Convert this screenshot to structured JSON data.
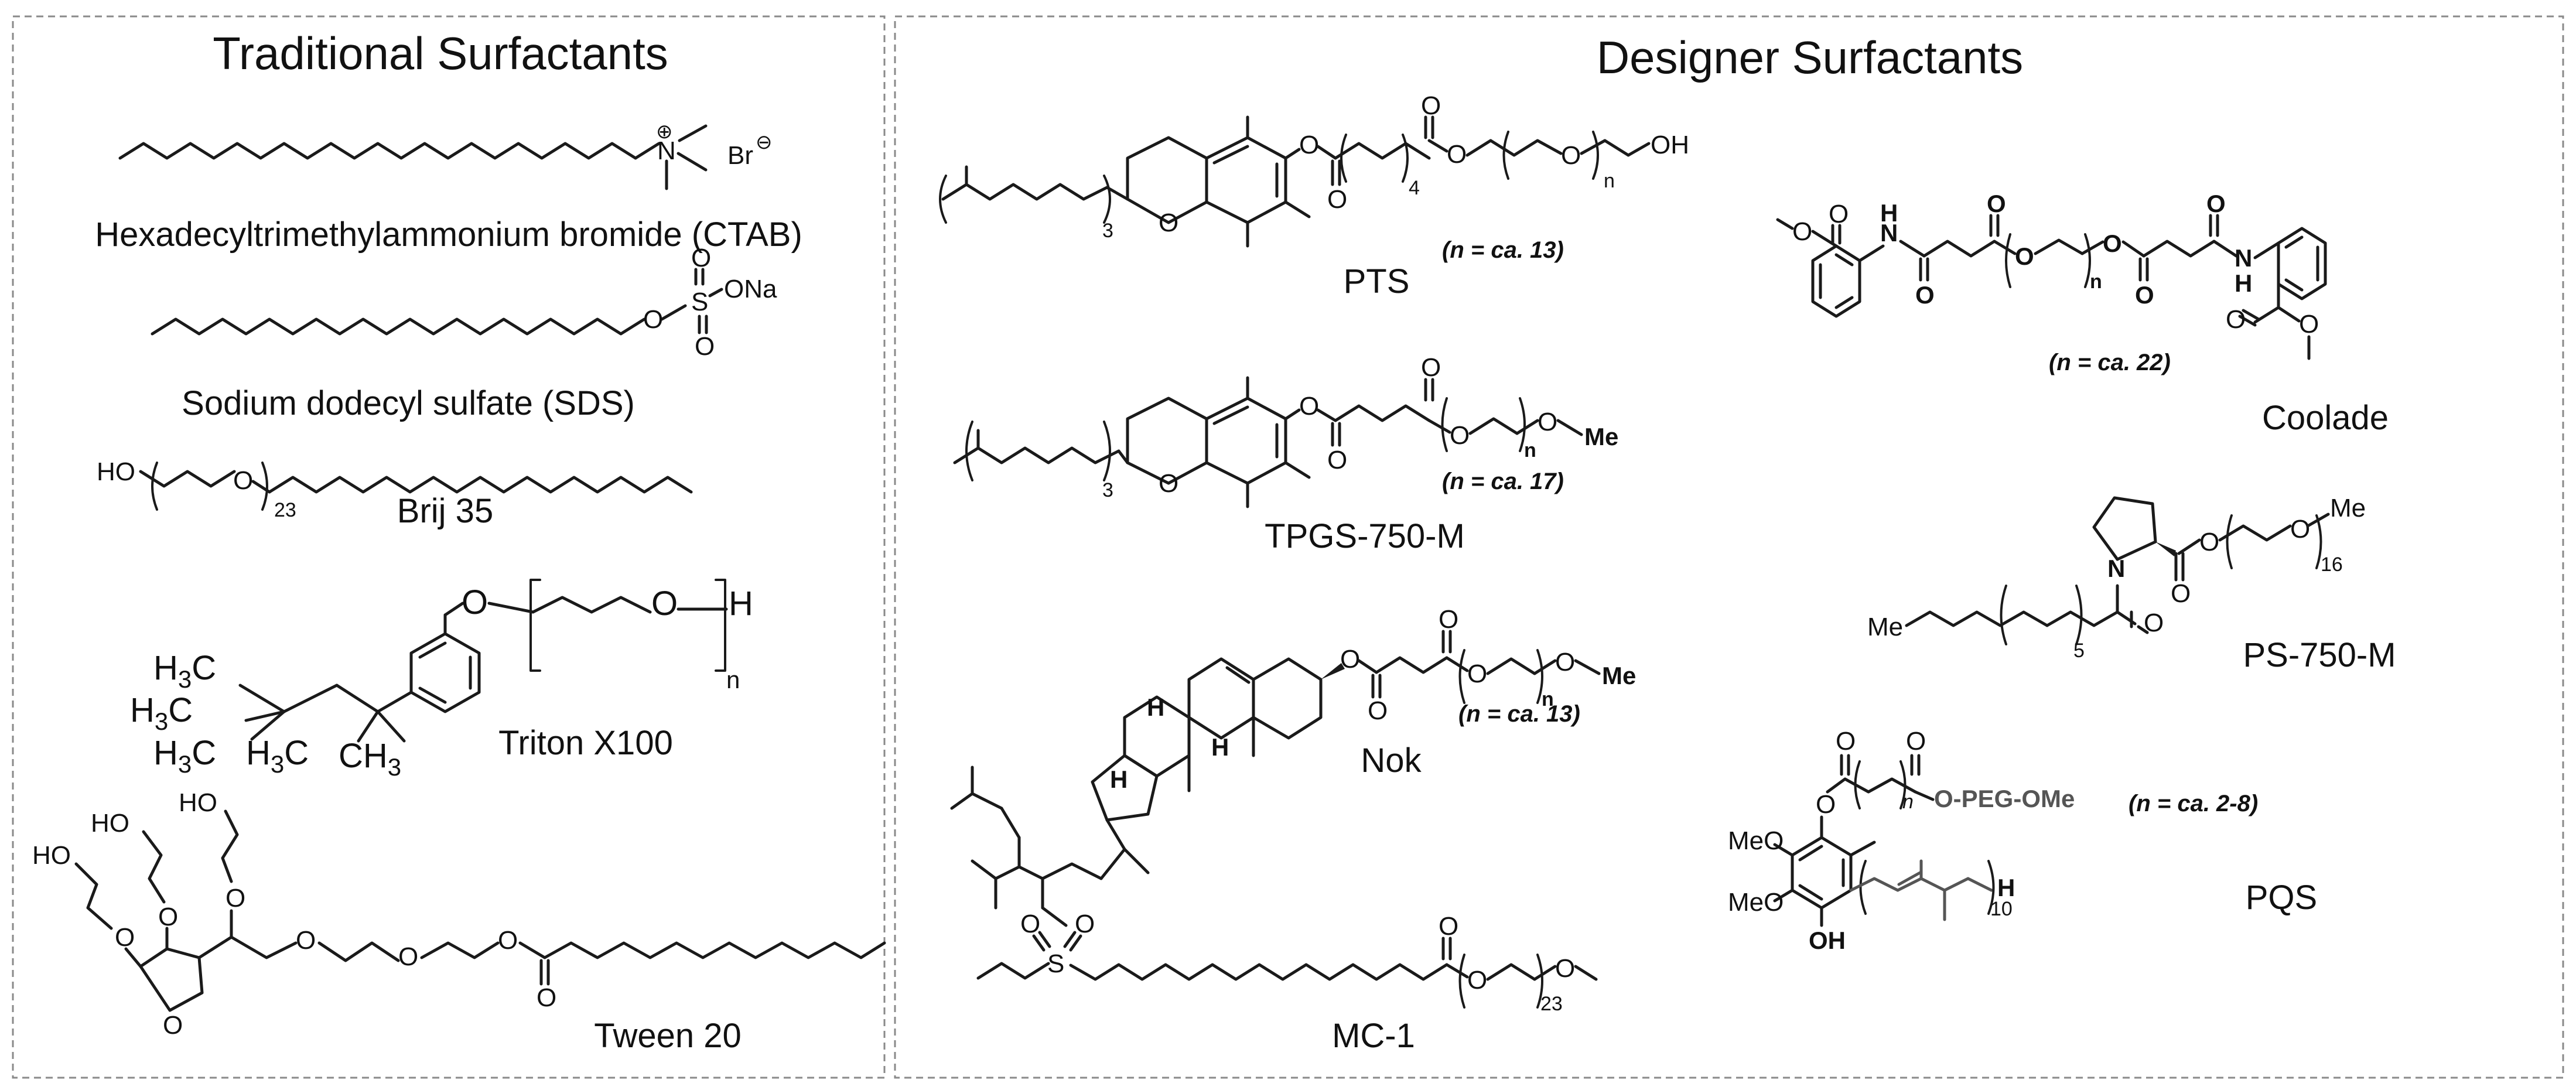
{
  "panels": {
    "traditional": {
      "title": "Traditional Surfactants",
      "compounds": [
        {
          "name": "Hexadecyltrimethylammonium bromide (CTAB)",
          "atoms": {
            "n": "N",
            "plus": "⊕",
            "br": "Br",
            "minus": "⊖"
          }
        },
        {
          "name": "Sodium dodecyl sulfate (SDS)",
          "atoms": {
            "ona": "ONa",
            "o1": "O",
            "s": "S",
            "o2": "O",
            "o3": "O"
          }
        },
        {
          "name": "Brij 35",
          "atoms": {
            "ho": "HO",
            "o": "O",
            "n": "23"
          }
        },
        {
          "name": "Triton X100",
          "atoms": {
            "o1": "O",
            "o2": "O",
            "h": "H",
            "n": "n",
            "h3c_a": "H",
            "h3c_b": "H",
            "h3c_c": "H",
            "ch3_b": "CH",
            "three": "3",
            "c": "C"
          }
        },
        {
          "name": "Tween 20",
          "atoms": {
            "ho1": "HO",
            "ho2": "HO",
            "ho3": "HO",
            "o": "O"
          }
        }
      ]
    },
    "designer": {
      "title": "Designer Surfactants",
      "compounds": [
        {
          "name": "PTS",
          "note": "(n = ca. 13)",
          "atoms": {
            "o": "O",
            "oh": "OH",
            "n": "n",
            "four": "4",
            "three": "3"
          }
        },
        {
          "name": "TPGS-750-M",
          "note": "(n = ca. 17)",
          "atoms": {
            "o": "O",
            "ome": "Me",
            "n": "n",
            "three": "3"
          }
        },
        {
          "name": "Nok",
          "note": "(n = ca. 13)",
          "atoms": {
            "o": "O",
            "ome": "Me",
            "n": "n",
            "h": "H"
          }
        },
        {
          "name": "MC-1",
          "atoms": {
            "o": "O",
            "s": "S",
            "n": "23"
          }
        },
        {
          "name": "Coolade",
          "note": "(n = ca. 22)",
          "atoms": {
            "o": "O",
            "nh": "N",
            "h": "H",
            "n": "n"
          }
        },
        {
          "name": "PS-750-M",
          "atoms": {
            "n": "N",
            "o": "O",
            "me": "Me",
            "five": "5",
            "sixteen": "16"
          }
        },
        {
          "name": "PQS",
          "note": "(n = ca. 2-8)",
          "atoms": {
            "o": "O",
            "peg": "O-PEG-OMe",
            "meo": "MeO",
            "oh": "OH",
            "h": "H",
            "ten": "10",
            "n": "n"
          }
        }
      ]
    }
  }
}
